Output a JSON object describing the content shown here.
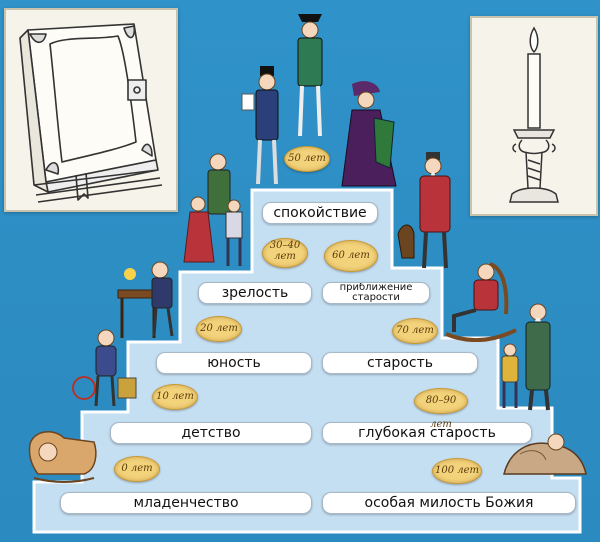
{
  "stages": {
    "left": [
      {
        "label": "младенчество",
        "age": "0 лет"
      },
      {
        "label": "детство",
        "age": "10 лет"
      },
      {
        "label": "юность",
        "age": "20 лет"
      },
      {
        "label": "зрелость",
        "age": "30–40 лет"
      }
    ],
    "top": {
      "label": "спокойствие",
      "age": "50 лет"
    },
    "right": [
      {
        "label": "приближение старости",
        "age": "60 лет"
      },
      {
        "label": "старость",
        "age": "70 лет"
      },
      {
        "label": "глубокая старость",
        "age": "80–90 лет"
      },
      {
        "label": "особая милость Божия",
        "age": "100 лет"
      }
    ]
  },
  "colors": {
    "background": "#2e8ec4",
    "stairs": "#c5dff2",
    "coin": "#f2d27a",
    "label_bg": "#ffffff"
  },
  "illustrations": {
    "left_box": "book-icon",
    "right_box": "candle-icon"
  }
}
